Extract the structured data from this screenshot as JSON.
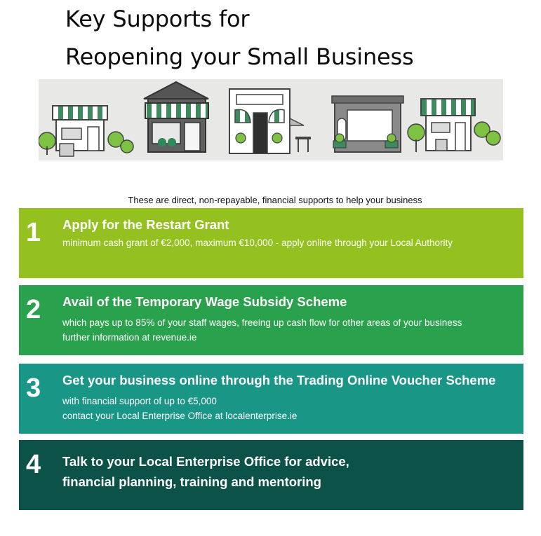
{
  "title": {
    "line1": "Key Supports for",
    "line2": "Reopening your Small Business"
  },
  "banner": {
    "image": "illustration of five small shop fronts with striped awnings and trees"
  },
  "intro": "These are direct, non-repayable, financial supports to help your business",
  "steps": [
    {
      "number": "1",
      "heading": "Apply for the Restart Grant",
      "lines": [
        "minimum cash grant of €2,000, maximum €10,000 - apply online through your Local Authority"
      ],
      "color": "#94c11f"
    },
    {
      "number": "2",
      "heading": "Avail of the Temporary Wage Subsidy Scheme",
      "lines": [
        "which pays up to 85% of your staff wages, freeing up cash flow for other areas of your business",
        "further information at  revenue.ie"
      ],
      "color": "#2aa14c"
    },
    {
      "number": "3",
      "heading": "Get your business online through the Trading Online Voucher Scheme",
      "lines": [
        "with financial support of up to €5,000",
        "contact your Local Enterprise Office at localenterprise.ie"
      ],
      "color": "#1a9687"
    },
    {
      "number": "4",
      "heading_lines": [
        "Talk to your Local Enterprise Office for advice,",
        "financial planning, training and mentoring"
      ],
      "color": "#0c5249"
    }
  ]
}
